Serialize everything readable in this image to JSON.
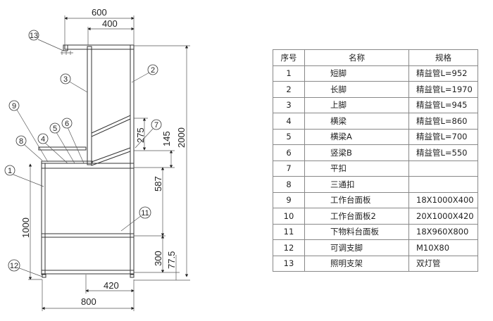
{
  "drawing": {
    "dimensions": {
      "d600": "600",
      "d400": "400",
      "d2000": "2000",
      "d275": "275",
      "d145": "145",
      "d587": "587",
      "d300": "300",
      "d77_5": "77.5",
      "d1000": "1000",
      "d420": "420",
      "d800": "800"
    },
    "callouts": [
      "1",
      "2",
      "3",
      "4",
      "5",
      "6",
      "7",
      "8",
      "9",
      "11",
      "12",
      "13"
    ]
  },
  "parts_table": {
    "headers": [
      "序号",
      "名称",
      "规格"
    ],
    "rows": [
      [
        "1",
        "短脚",
        "精益管L=952"
      ],
      [
        "2",
        "长脚",
        "精益管L=1970"
      ],
      [
        "3",
        "上脚",
        "精益管L=945"
      ],
      [
        "4",
        "横梁",
        "精益管L=860"
      ],
      [
        "5",
        "横梁A",
        "精益管L=700"
      ],
      [
        "6",
        "竖梁B",
        "精益管L=550"
      ],
      [
        "7",
        "平扣",
        ""
      ],
      [
        "8",
        "三通扣",
        ""
      ],
      [
        "9",
        "工作台面板",
        "18X1000X400"
      ],
      [
        "10",
        "工作台面板2",
        "20X1000X420"
      ],
      [
        "11",
        "下物料台面板",
        "18X960X800"
      ],
      [
        "12",
        "可调支脚",
        "M10X80"
      ],
      [
        "13",
        "照明支架",
        "双灯管"
      ]
    ]
  }
}
